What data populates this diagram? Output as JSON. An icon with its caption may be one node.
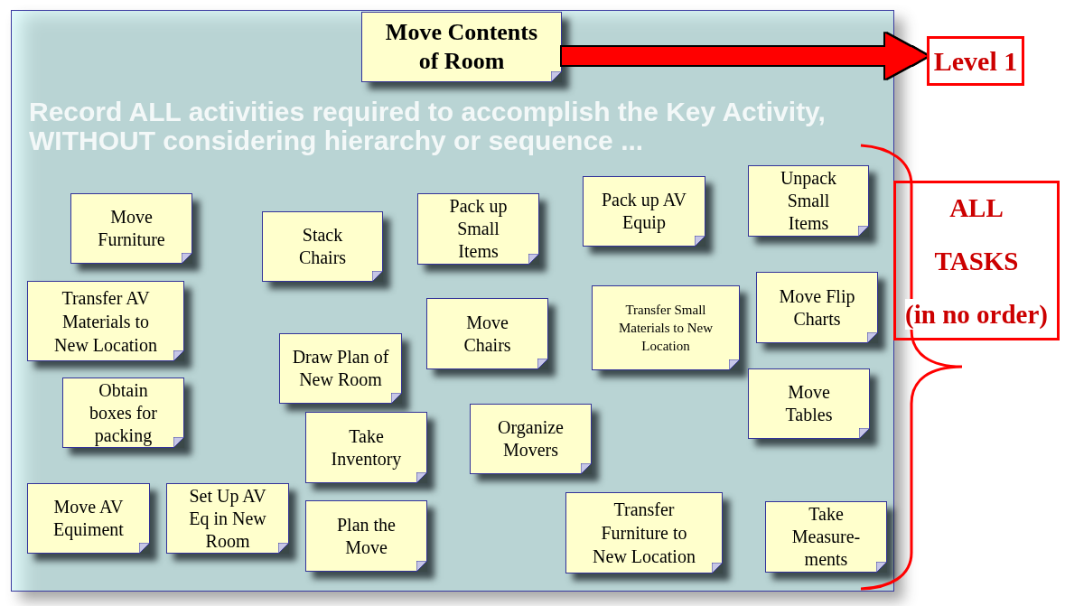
{
  "diagram": {
    "nodes": [
      {
        "text": [
          "Record ALL activities required to accomplish the Key Activity, WITHOUT considering hierarchy or sequence ..."
        ]
      },
      {
        "text": [
          "Move Contents of Room"
        ],
        "in": 0
      },
      {
        "text": [
          "Level 1"
        ]
      },
      {
        "text": [
          "ALL TASKS",
          "(in no order)"
        ]
      },
      {
        "text": [
          "Move Furniture"
        ],
        "in": 0
      },
      {
        "text": [
          "Stack Chairs"
        ],
        "in": 0
      },
      {
        "text": [
          "Pack up Small Items"
        ],
        "in": 0
      },
      {
        "text": [
          "Pack up AV Equip"
        ],
        "in": 0
      },
      {
        "text": [
          "Unpack Small Items"
        ],
        "in": 0
      },
      {
        "text": [
          "Transfer AV Materials to New Location"
        ],
        "in": 0
      },
      {
        "text": [
          "Move Chairs"
        ],
        "in": 0
      },
      {
        "text": [
          "Transfer Small Materials to New Location"
        ],
        "in": 0
      },
      {
        "text": [
          "Move Flip Charts"
        ],
        "in": 0
      },
      {
        "text": [
          "Obtain boxes for packing"
        ],
        "in": 0
      },
      {
        "text": [
          "Draw Plan of New Room"
        ],
        "in": 0
      },
      {
        "text": [
          "Take Inventory"
        ],
        "in": 0
      },
      {
        "text": [
          "Organize Movers"
        ],
        "in": 0
      },
      {
        "text": [
          "Move Tables"
        ],
        "in": 0
      },
      {
        "text": [
          "Move AV Equiment"
        ],
        "in": 0
      },
      {
        "text": [
          "Set Up AV Eq in New Room"
        ],
        "in": 0
      },
      {
        "text": [
          "Plan the Move"
        ],
        "in": 0
      },
      {
        "text": [
          "Transfer Furniture to New Location"
        ],
        "in": 0
      },
      {
        "text": [
          "Take Measure- ments"
        ],
        "in": 0
      }
    ],
    "edges": [
      {
        "from": 1,
        "to": 2,
        "arrow": "to",
        "color": "#ff0000"
      }
    ]
  }
}
